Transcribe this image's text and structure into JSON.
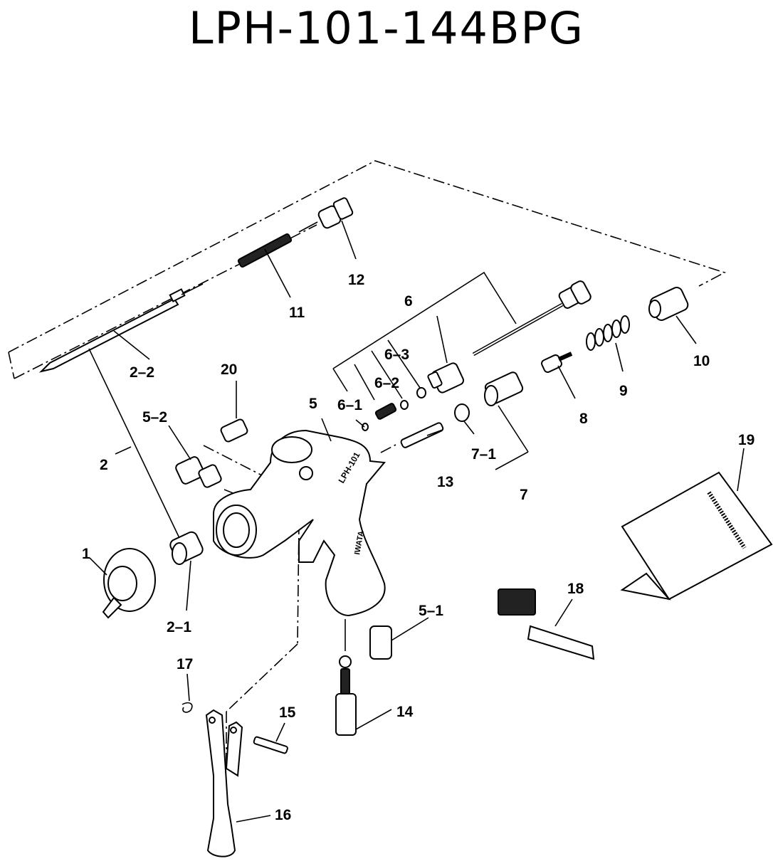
{
  "title": "LPH-101-144BPG",
  "callouts": {
    "p1": "1",
    "p2": "2",
    "p2_1": "2–1",
    "p2_2": "2–2",
    "p5": "5",
    "p5_1": "5–1",
    "p5_2": "5–2",
    "p6": "6",
    "p6_1": "6–1",
    "p6_2": "6–2",
    "p6_3": "6–3",
    "p7": "7",
    "p7_1": "7–1",
    "p8": "8",
    "p9": "9",
    "p10": "10",
    "p11": "11",
    "p12": "12",
    "p13": "13",
    "p14": "14",
    "p15": "15",
    "p16": "16",
    "p17": "17",
    "p18": "18",
    "p19": "19",
    "p20": "20"
  },
  "gun_body_markings": {
    "model": "LPH-101",
    "brand": "IWATA"
  }
}
